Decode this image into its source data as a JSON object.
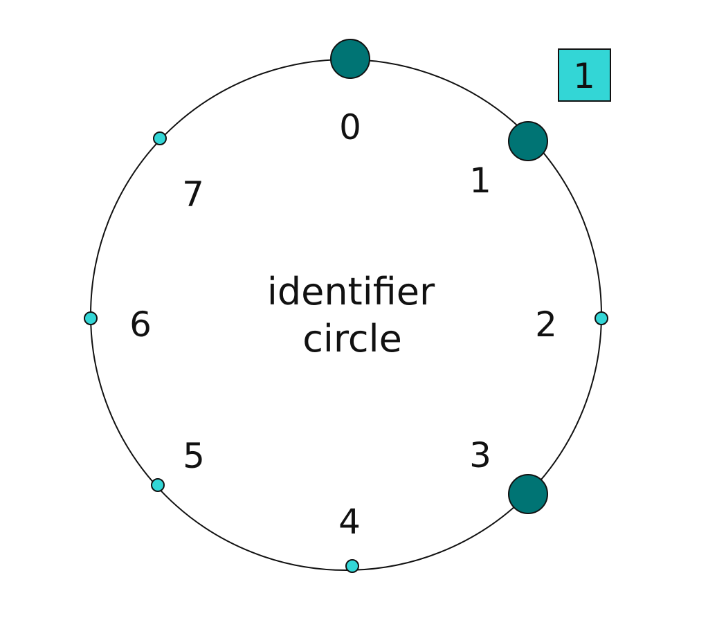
{
  "colors": {
    "active_node": "#007474",
    "inactive_node": "#33d6d6",
    "badge_fill": "#33d6d6",
    "ring": "#111111"
  },
  "center": {
    "line1": "identifier",
    "line2": "circle"
  },
  "badge": {
    "label": "1"
  },
  "identifiers": [
    {
      "label": "0",
      "active": true
    },
    {
      "label": "1",
      "active": true
    },
    {
      "label": "2",
      "active": false
    },
    {
      "label": "3",
      "active": true
    },
    {
      "label": "4",
      "active": false
    },
    {
      "label": "5",
      "active": false
    },
    {
      "label": "6",
      "active": false
    },
    {
      "label": "7",
      "active": false
    }
  ]
}
